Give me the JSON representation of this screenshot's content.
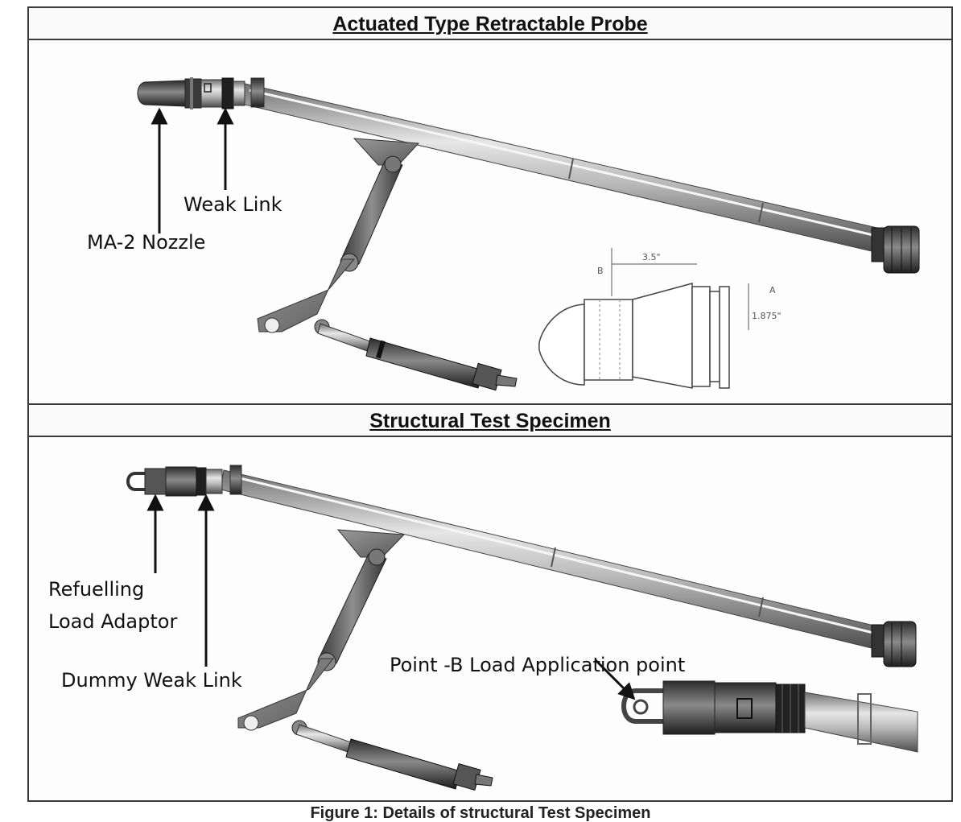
{
  "sections": [
    {
      "title": "Actuated Type Retractable Probe",
      "labels": {
        "a": "Weak Link",
        "b": "MA-2 Nozzle"
      }
    },
    {
      "title": "Structural Test Specimen",
      "labels": {
        "a": "Refuelling",
        "b": "Load Adaptor",
        "c": "Dummy Weak Link",
        "d": "Point -B Load Application point"
      }
    }
  ],
  "nozzle_drawing": {
    "dim_length": "3.5\"",
    "dim_b": "B",
    "dim_a": "A",
    "dim_dia": "1.875\""
  },
  "caption": "Figure 1: Details of structural Test Specimen"
}
